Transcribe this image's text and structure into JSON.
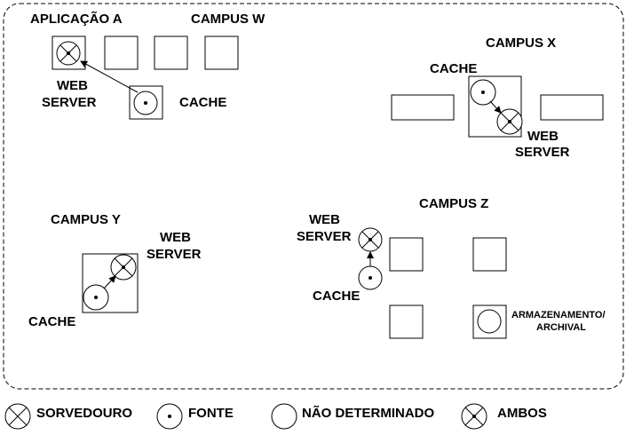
{
  "diagram": {
    "labels": {
      "aplicacao": "APLICAÇÃO A",
      "campus_w": "CAMPUS W",
      "campus_x": "CAMPUS X",
      "campus_y": "CAMPUS Y",
      "campus_z": "CAMPUS Z",
      "web": "WEB",
      "server": "SERVER",
      "cache": "CACHE",
      "armazenamento": "ARMAZENAMENTO/",
      "archival": "ARCHIVAL"
    },
    "legend": {
      "sorvedouro": "SORVEDOURO",
      "fonte": "FONTE",
      "nao_determinado": "NÃO DETERMINADO",
      "ambos": "AMBOS"
    }
  }
}
